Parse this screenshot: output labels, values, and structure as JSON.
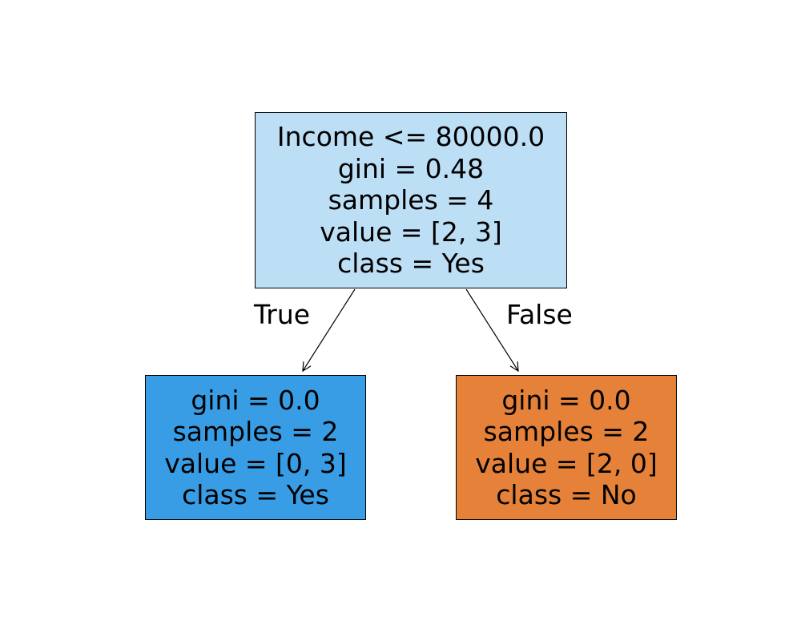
{
  "tree": {
    "root": {
      "fill": "#bddff6",
      "lines": [
        "Income <= 80000.0",
        "gini = 0.48",
        "samples = 4",
        "value = [2, 3]",
        "class = Yes"
      ]
    },
    "left": {
      "fill": "#399de5",
      "lines": [
        "gini = 0.0",
        "samples = 2",
        "value = [0, 3]",
        "class = Yes"
      ]
    },
    "right": {
      "fill": "#e58139",
      "lines": [
        "gini = 0.0",
        "samples = 2",
        "value = [2, 0]",
        "class = No"
      ]
    },
    "edge_labels": {
      "true": "True",
      "false": "False"
    }
  }
}
